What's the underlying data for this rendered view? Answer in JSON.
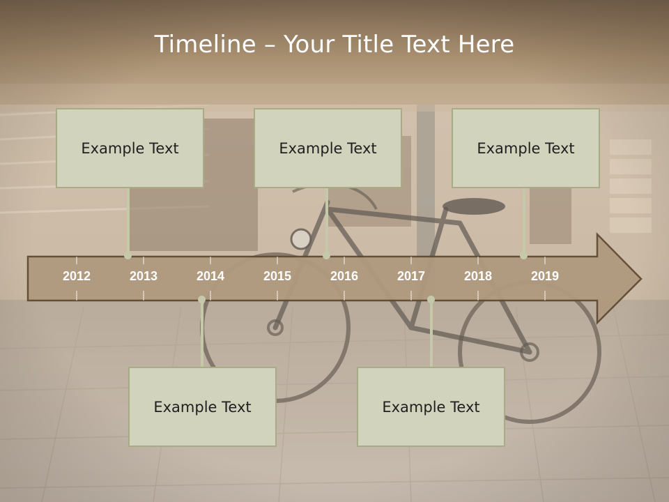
{
  "slide": {
    "title": "Timeline – Your Title Text Here"
  },
  "timeline": {
    "years": [
      "2012",
      "2013",
      "2014",
      "2015",
      "2016",
      "2017",
      "2018",
      "2019"
    ]
  },
  "boxes": {
    "top": [
      "Example Text",
      "Example Text",
      "Example Text"
    ],
    "bottom": [
      "Example Text",
      "Example Text"
    ]
  },
  "colors": {
    "header_band": "#8d7558",
    "arrow_fill": "#b09a7e",
    "arrow_stroke": "#5f4a34",
    "box_fill": "#d2d3bd",
    "box_border": "#a8ab86",
    "connector": "#c6c8aa"
  },
  "background_photo": "street-bicycle-photo"
}
